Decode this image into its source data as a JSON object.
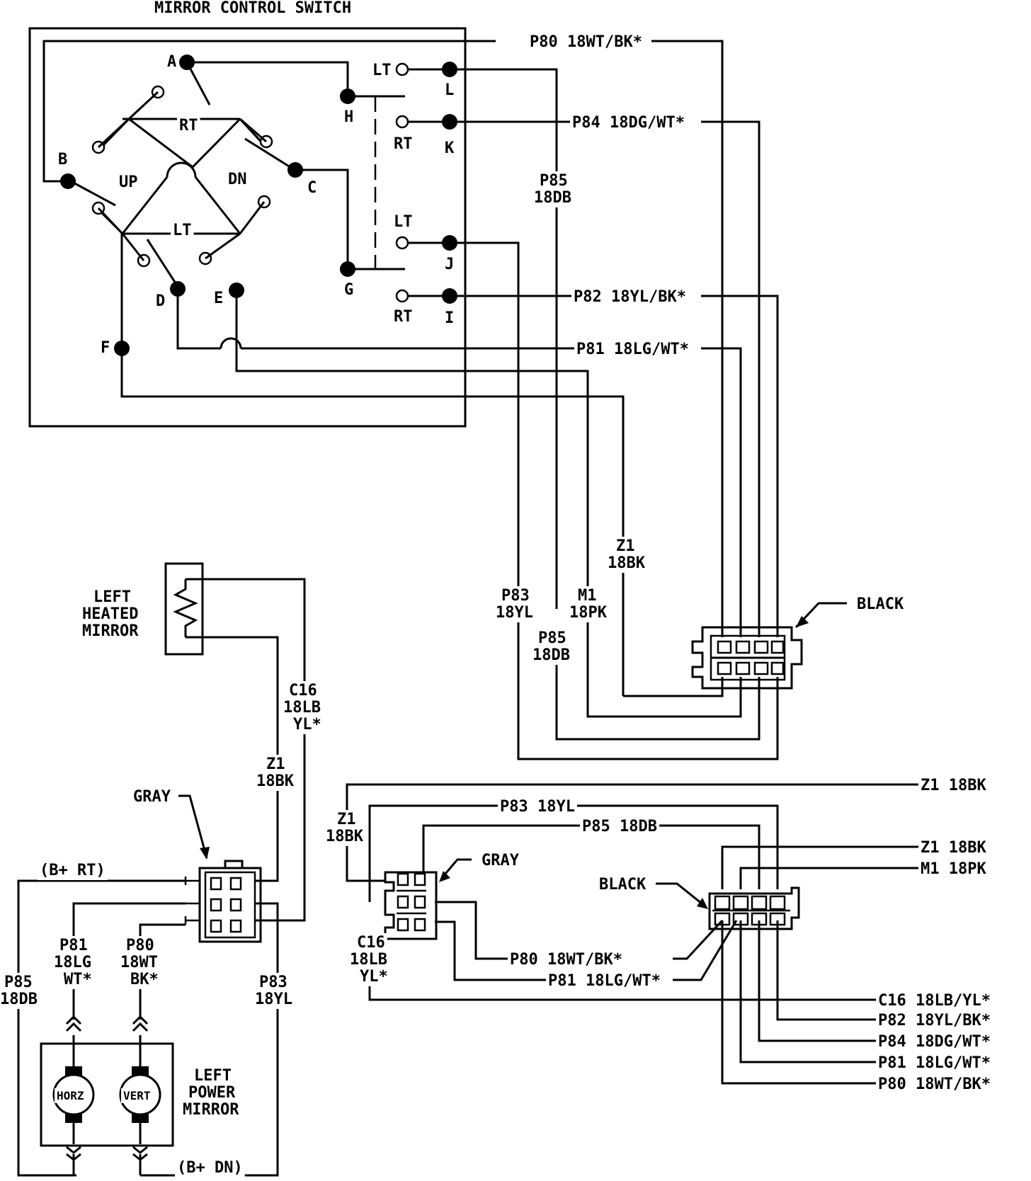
{
  "switch": {
    "title": "MIRROR CONTROL SWITCH",
    "terminals": [
      "A",
      "B",
      "C",
      "D",
      "E",
      "F",
      "G",
      "H",
      "I",
      "J",
      "K",
      "L"
    ],
    "positions": {
      "rt": "RT",
      "up": "UP",
      "dn": "DN",
      "lt": "LT"
    },
    "outputs": {
      "lt_top": "LT",
      "rt_top": "RT",
      "lt_bot": "LT",
      "rt_bot": "RT"
    }
  },
  "wires_top": {
    "p80": "P80 18WT/BK*",
    "p84": "P84 18DG/WT*",
    "p82": "P82 18YL/BK*",
    "p81": "P81 18LG/WT*",
    "p85_a": "P85",
    "p85_b": "18DB",
    "z1_a": "Z1",
    "z1_b": "18BK",
    "p83_a": "P83",
    "p83_b": "18YL",
    "m1_a": "M1",
    "m1_b": "18PK",
    "p85c_a": "P85",
    "p85c_b": "18DB"
  },
  "connector_black_top": "BLACK",
  "heated_mirror": {
    "l1": "LEFT",
    "l2": "HEATED",
    "l3": "MIRROR"
  },
  "left_wires": {
    "c16_a": "C16",
    "c16_b": "18LB",
    "c16_c": "YL*",
    "z1_a": "Z1",
    "z1_b": "18BK",
    "gray": "GRAY",
    "b_rt": "(B+ RT)",
    "b_dn": "(B+ DN)",
    "p81_a": "P81",
    "p81_b": "18LG",
    "p81_c": "WT*",
    "p80_a": "P80",
    "p80_b": "18WT",
    "p80_c": "BK*",
    "p85_a": "P85",
    "p85_b": "18DB",
    "p83_a": "P83",
    "p83_b": "18YL"
  },
  "power_mirror": {
    "l1": "LEFT",
    "l2": "POWER",
    "l3": "MIRROR",
    "horz": "HORZ",
    "vert": "VERT"
  },
  "bottom_right": {
    "z1_top": "Z1 18BK",
    "p83": "P83 18YL",
    "p85": "P85 18DB",
    "z1_a": "Z1",
    "z1_b": "18BK",
    "gray": "GRAY",
    "black": "BLACK",
    "z1_right": "Z1 18BK",
    "m1_right": "M1 18PK",
    "p80": "P80 18WT/BK*",
    "p81": "P81 18LG/WT*",
    "c16_a": "C16",
    "c16_b": "18LB",
    "c16_c": "YL*",
    "out_c16": "C16 18LB/YL*",
    "out_p82": "P82 18YL/BK*",
    "out_p84": "P84 18DG/WT*",
    "out_p81": "P81 18LG/WT*",
    "out_p80": "P80 18WT/BK*"
  }
}
